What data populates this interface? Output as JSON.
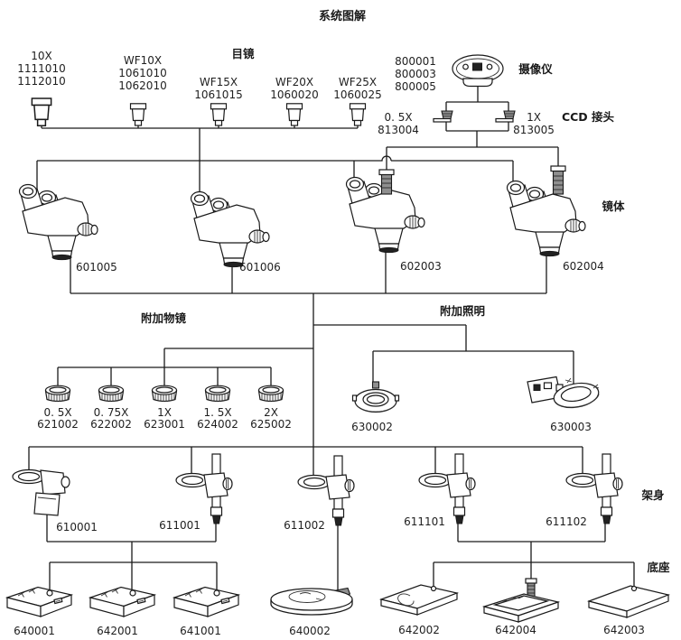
{
  "title": "系统图解",
  "eyepieces": {
    "label": "目镜",
    "items": [
      {
        "l1": "10X",
        "l2": "1111010",
        "l3": "1112010"
      },
      {
        "l1": "WF10X",
        "l2": "1061010",
        "l3": "1062010"
      },
      {
        "l1": "WF15X",
        "l2": "1061015"
      },
      {
        "l1": "WF20X",
        "l2": "1060020"
      },
      {
        "l1": "WF25X",
        "l2": "1060025"
      }
    ]
  },
  "camera": {
    "label": "摄像仪",
    "codes": [
      "800001",
      "800003",
      "800005"
    ]
  },
  "ccd": {
    "label": "CCD 接头",
    "items": [
      {
        "mag": "0. 5X",
        "code": "813004"
      },
      {
        "mag": "1X",
        "code": "813005"
      }
    ]
  },
  "bodies": {
    "label": "镜体",
    "items": [
      "601005",
      "601006",
      "602003",
      "602004"
    ]
  },
  "aux_objectives": {
    "label": "附加物镜",
    "items": [
      {
        "mag": "0. 5X",
        "code": "621002"
      },
      {
        "mag": "0. 75X",
        "code": "622002"
      },
      {
        "mag": "1X",
        "code": "623001"
      },
      {
        "mag": "1. 5X",
        "code": "624002"
      },
      {
        "mag": "2X",
        "code": "625002"
      }
    ]
  },
  "aux_illumination": {
    "label": "附加照明",
    "items": [
      "630002",
      "630003"
    ]
  },
  "stands": {
    "label": "架身",
    "items": [
      "610001",
      "611001",
      "611002",
      "611101",
      "611102"
    ]
  },
  "bases": {
    "label": "底座",
    "items": [
      "640001",
      "642001",
      "641001",
      "640002",
      "642002",
      "642004",
      "642003"
    ]
  }
}
